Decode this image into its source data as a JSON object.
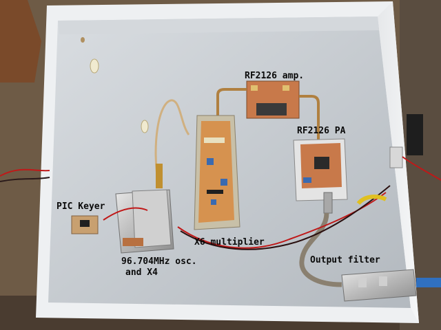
{
  "labels": {
    "rf_amp": "RF2126 amp.",
    "rf_pa": "RF2126 PA",
    "pic_keyer": "PIC Keyer",
    "x6_multiplier": "X6 multiplier",
    "osc_line1": "96.704MHz osc.",
    "osc_line2": "and X4",
    "output_filter": "Output filter"
  },
  "colors": {
    "chassis": "#c9ced3",
    "wood": "#7a4a2a",
    "pcb": "#c87a4a",
    "label_text": "#0a0a0a"
  }
}
